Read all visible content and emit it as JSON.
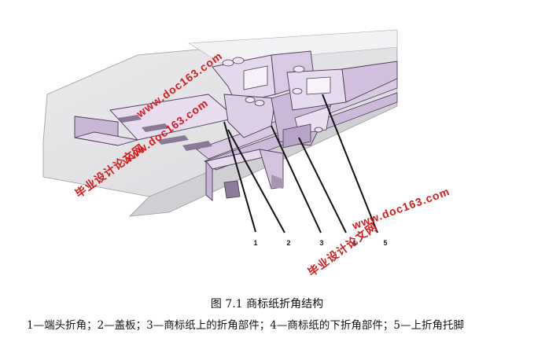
{
  "figure": {
    "callouts": [
      "1",
      "2",
      "3",
      "4",
      "5"
    ],
    "watermarks": [
      "毕业设计论文网",
      "www.doc163.com",
      "www.doc163.com",
      "毕业设计论文网",
      "www.doc163.com"
    ]
  },
  "caption": "图 7.1 商标纸折角结构",
  "legend": "1—端头折角；2—盖板；3—商标纸上的折角部件；4—商标纸的下折角部件；5—上折角托脚"
}
